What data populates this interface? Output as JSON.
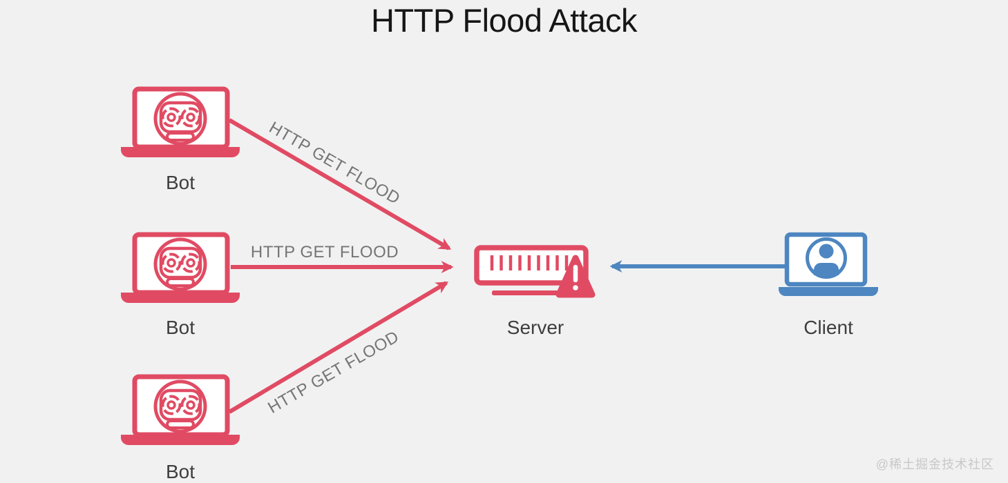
{
  "title": "HTTP Flood Attack",
  "watermark": "@稀土掘金技术社区",
  "colors": {
    "background": "#f1f1f2",
    "attack_red": "#e04b63",
    "client_blue": "#4d86c0",
    "node_label": "#3e3e3e",
    "arrow_label_gray": "#757575",
    "title_text": "#161616",
    "watermark_gray": "#c8c8c8"
  },
  "nodes": {
    "bots": [
      {
        "id": "bot-1",
        "label": "Bot",
        "icon": "robot-laptop-icon"
      },
      {
        "id": "bot-2",
        "label": "Bot",
        "icon": "robot-laptop-icon"
      },
      {
        "id": "bot-3",
        "label": "Bot",
        "icon": "robot-laptop-icon"
      }
    ],
    "server": {
      "id": "server",
      "label": "Server",
      "icon": "server-rack-icon",
      "status_icon": "warning-triangle-icon"
    },
    "client": {
      "id": "client",
      "label": "Client",
      "icon": "user-laptop-icon"
    }
  },
  "arrows": [
    {
      "from": "bot-1",
      "to": "server",
      "label": "HTTP GET FLOOD",
      "color": "#e04b63",
      "direction": "down-right"
    },
    {
      "from": "bot-2",
      "to": "server",
      "label": "HTTP GET FLOOD",
      "color": "#e04b63",
      "direction": "right"
    },
    {
      "from": "bot-3",
      "to": "server",
      "label": "HTTP GET FLOOD",
      "color": "#e04b63",
      "direction": "up-right"
    },
    {
      "from": "client",
      "to": "server",
      "label": "",
      "color": "#4d86c0",
      "direction": "left"
    }
  ]
}
